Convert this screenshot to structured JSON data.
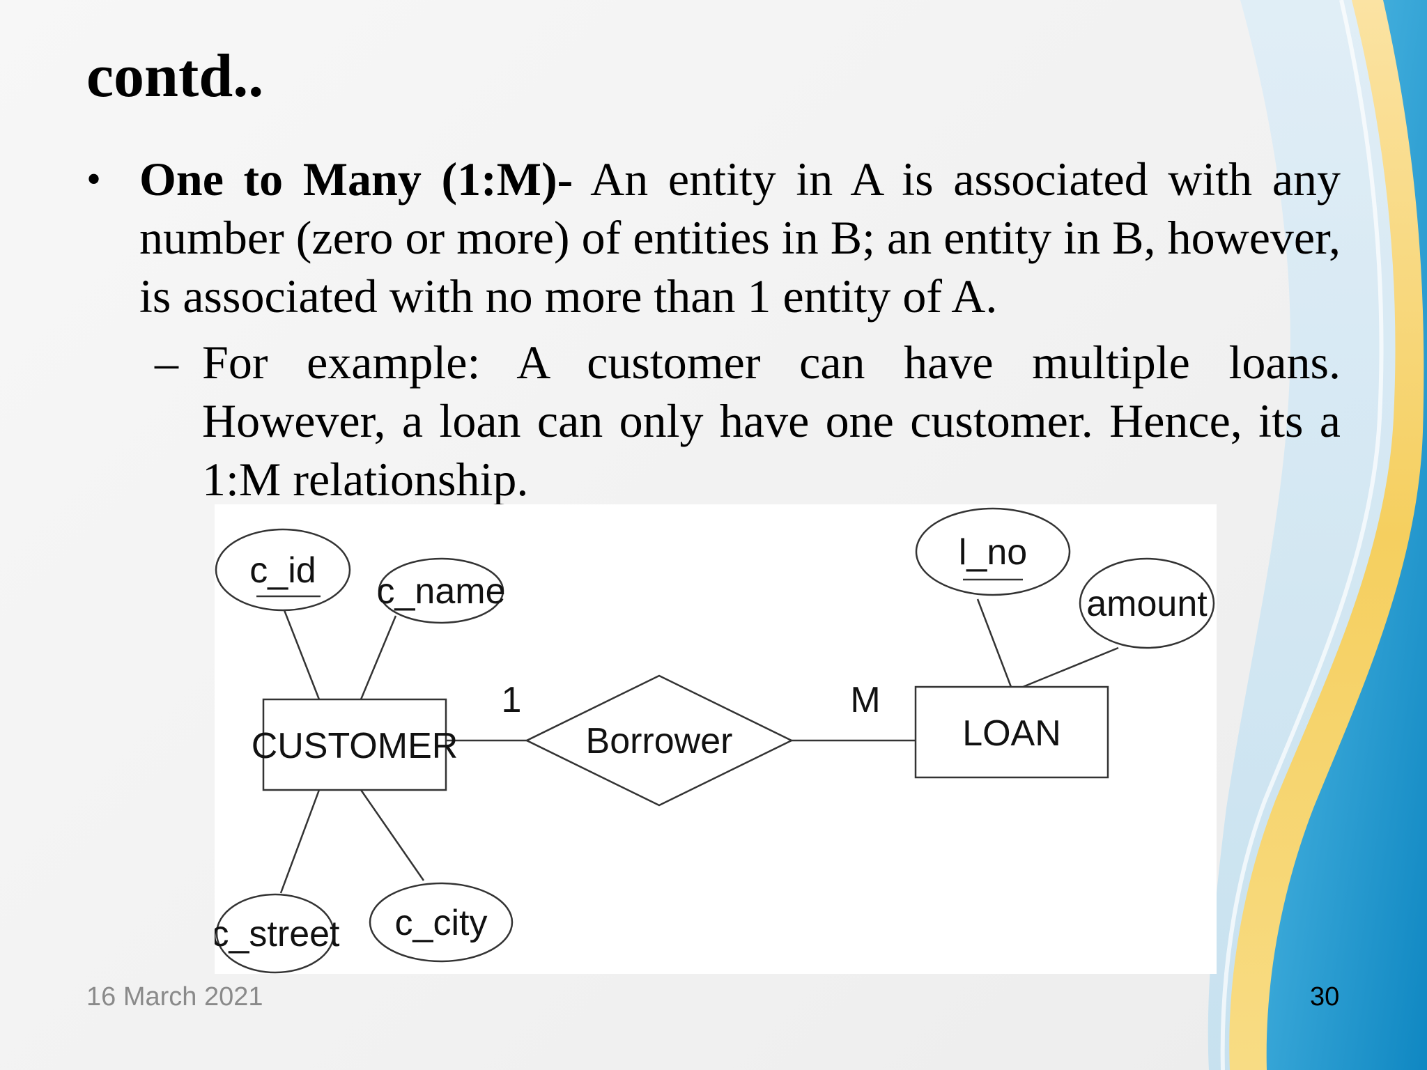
{
  "slide": {
    "title": "contd..",
    "bullet": {
      "bold_lead": "One to Many (1:M)-",
      "text": " An entity in A is associated with any number (zero or more) of  entities in B; an entity in B, however, is associated with no more than 1 entity of A."
    },
    "sub_bullet": {
      "dash": "–",
      "text": "For example: A customer can have multiple loans. However, a loan can only have one customer. Hence, its a 1:M relationship."
    },
    "diagram": {
      "entities": {
        "customer": "CUSTOMER",
        "loan": "LOAN"
      },
      "relationship": "Borrower",
      "cardinality": {
        "customer_side": "1",
        "loan_side": "M"
      },
      "attributes": {
        "c_id": "c_id",
        "c_name": "c_name",
        "c_street": "c_street",
        "c_city": "c_city",
        "l_no": "l_no",
        "amount": "amount"
      }
    },
    "footer": {
      "date": "16 March 2021",
      "page_number": "30"
    },
    "colors": {
      "wave_blue": "#1e9fd4",
      "wave_yellow": "#f3cc5a",
      "wave_light_blue": "#bfe0f2"
    }
  }
}
